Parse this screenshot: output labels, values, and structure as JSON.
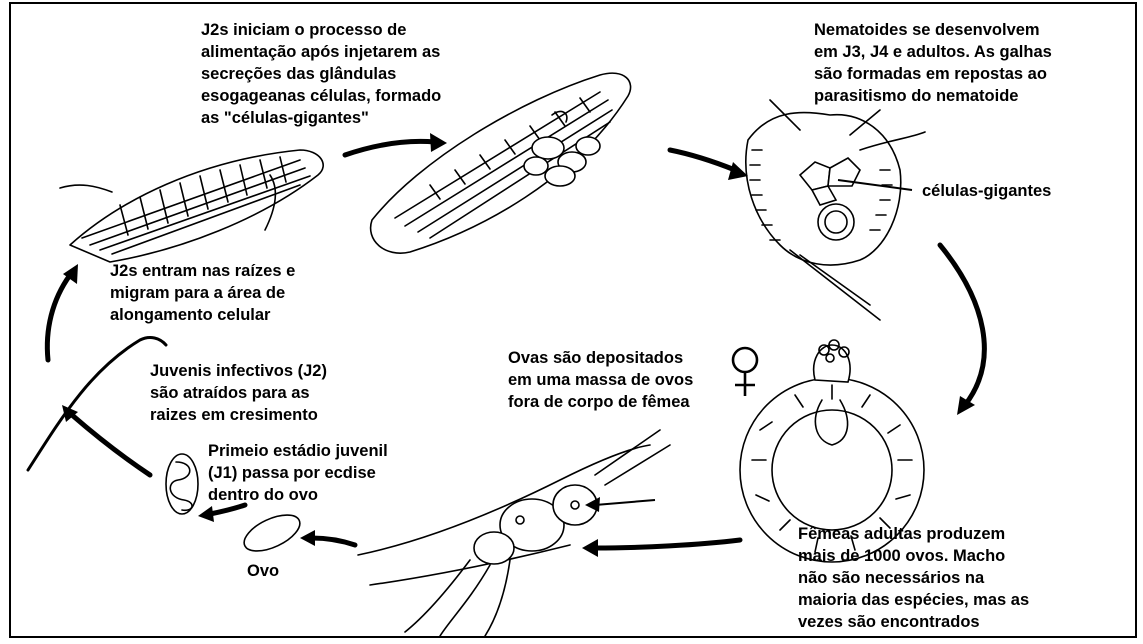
{
  "figure": {
    "background": "#ffffff",
    "ink_color": "#000000",
    "labels": {
      "feeding": "J2s iniciam o processo de\nalimentação após injetarem as\nsecreções das glândulas\nesogageanas células, formado\nas \"células-gigantes\"",
      "development": "Nematoides se desenvolvem\nem J3, J4 e adultos. As galhas\nsão formadas em repostas ao\nparasitismo do nematoide",
      "giant_cells": "células-gigantes",
      "enter_roots": "J2s entram nas raízes e\nmigram para a área de\nalongamento celular",
      "infective_juveniles": "Juvenis infectivos (J2)\nsão atraídos para as\nraizes em cresimento",
      "eggs_deposited": "Ovas são  depositados\nem uma massa de ovos\nfora de corpo de fêmea",
      "first_stage": "Primeio estádio juvenil\n(J1) passa por ecdise\ndentro do ovo",
      "egg": "Ovo",
      "adult_females": "Fêmeas adultas produzem\nmais de 1000 ovos. Macho\nnão são necessários na\nmaioria das espécies, mas as\nvezes são encontrados"
    },
    "symbols": {
      "female": "♀"
    }
  }
}
